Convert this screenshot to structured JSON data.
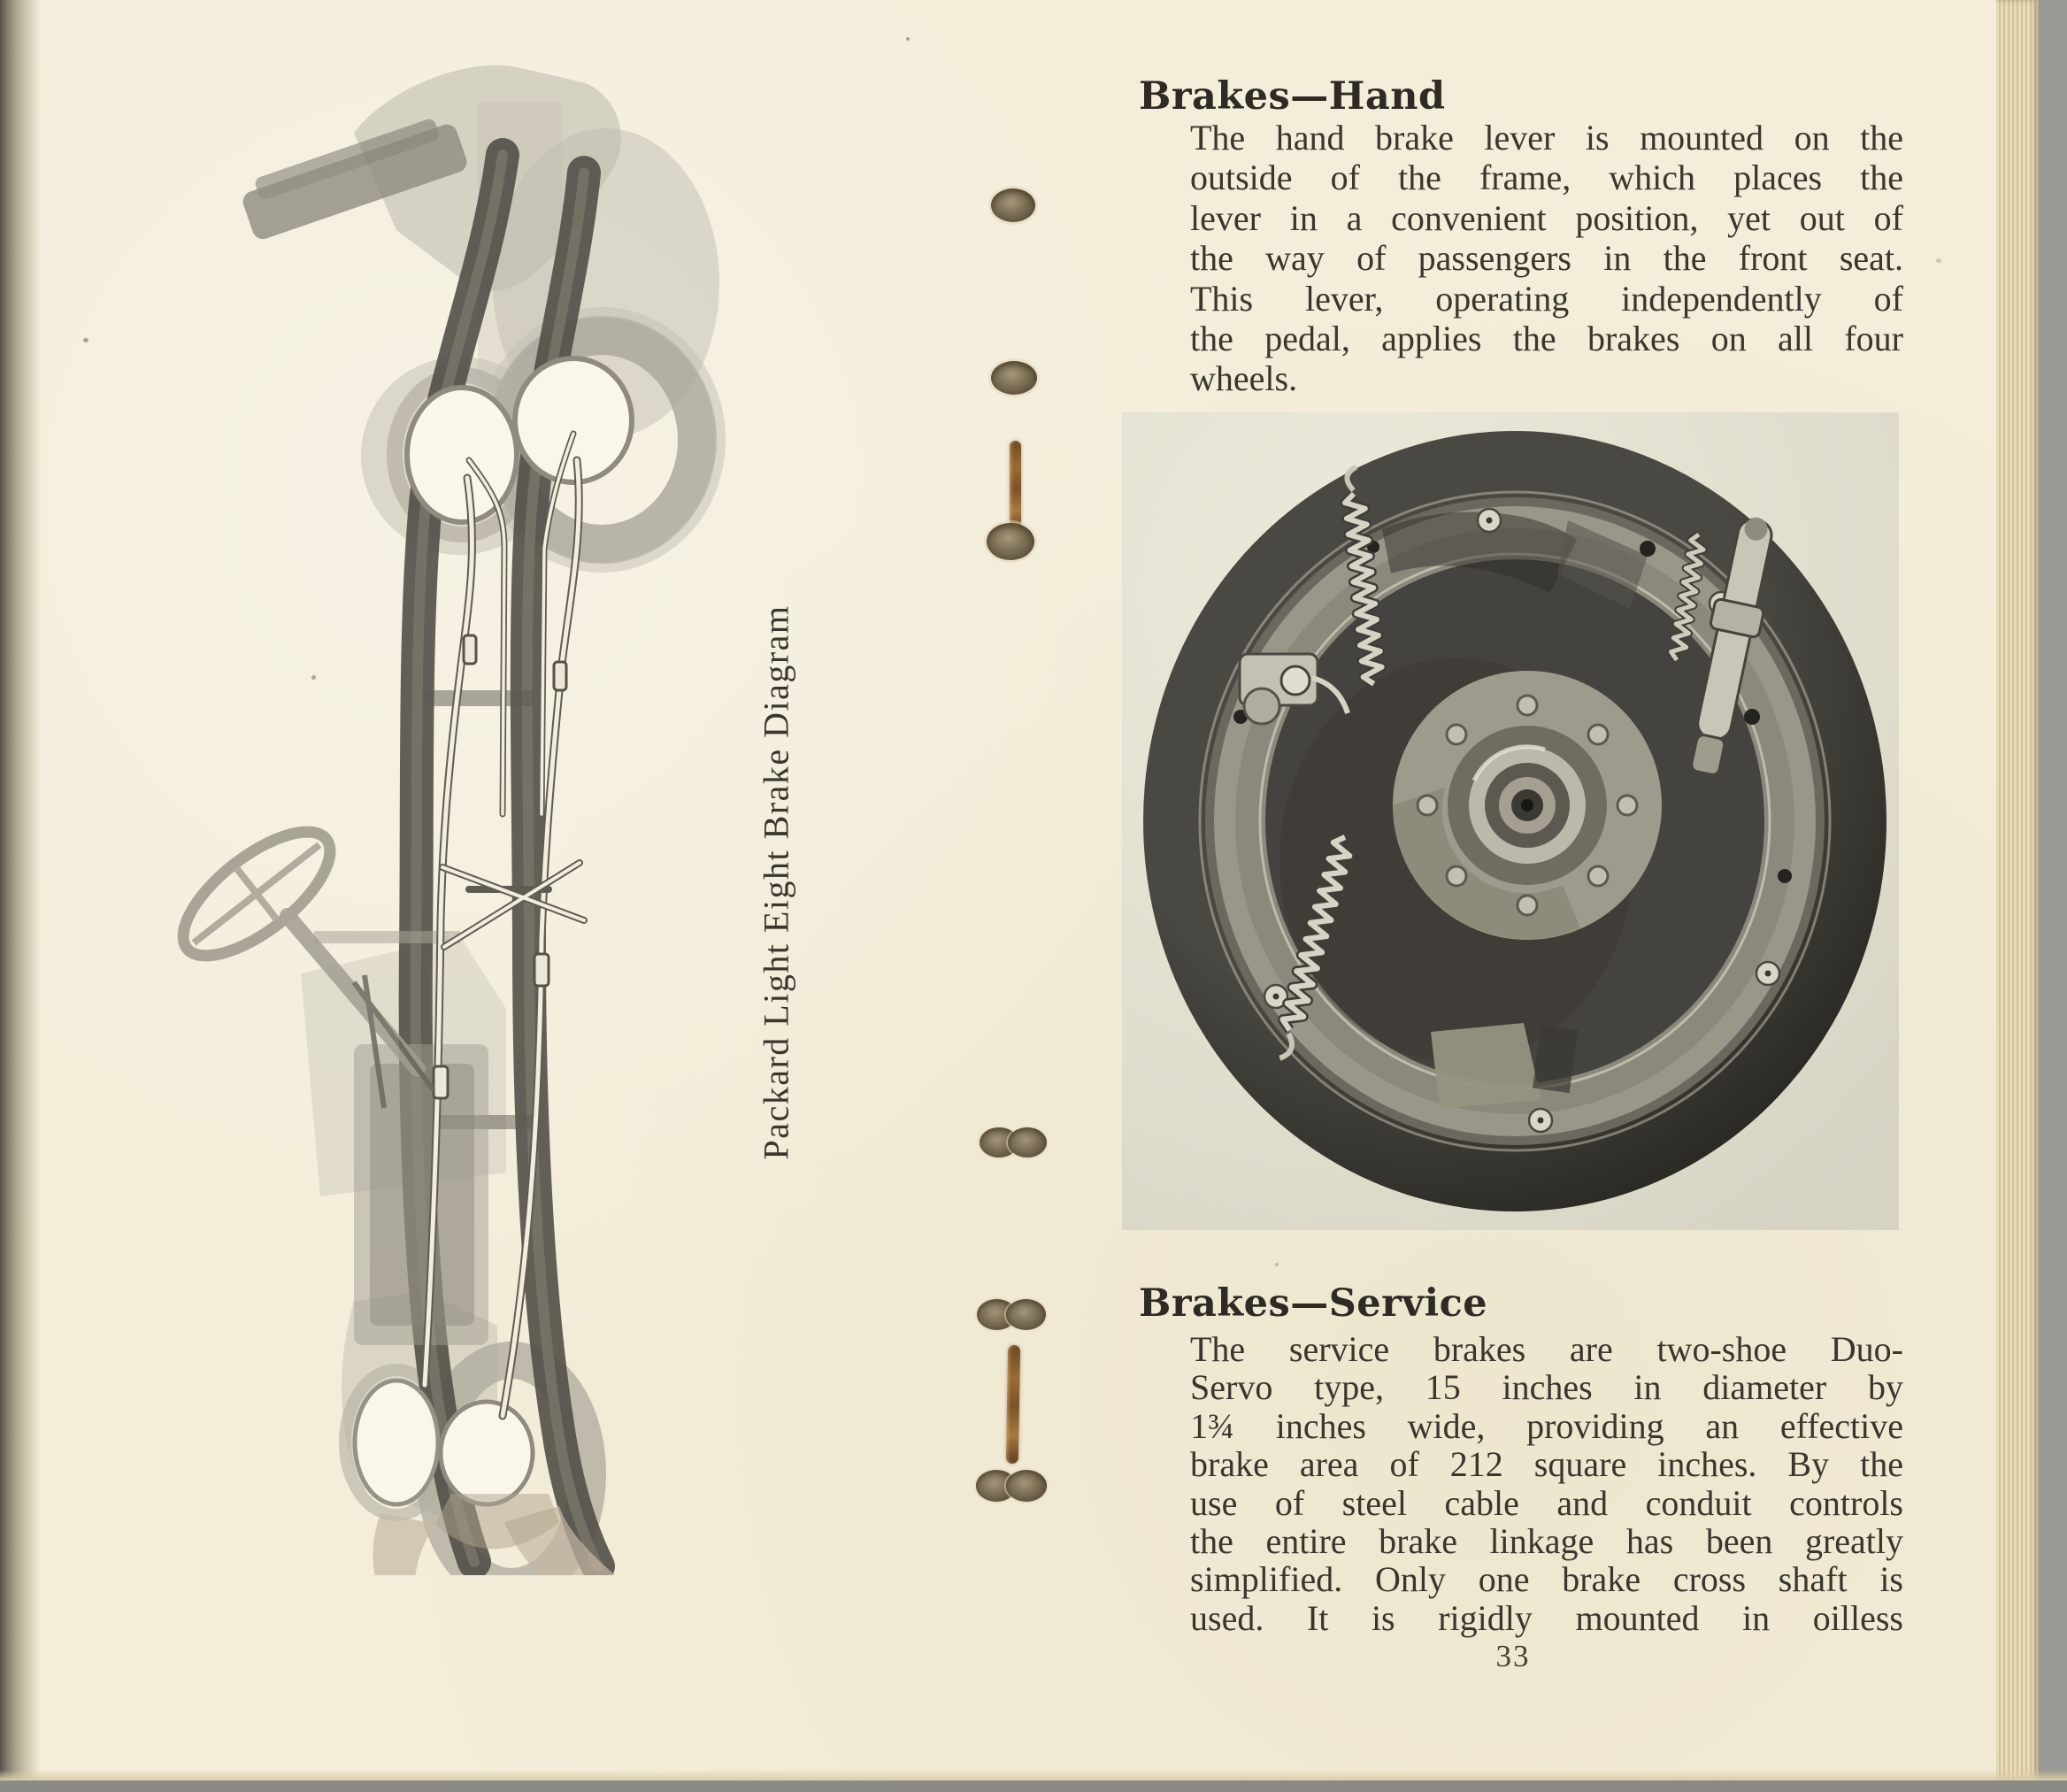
{
  "document": {
    "left_page": {
      "caption": "Packard Light Eight Brake Diagram"
    },
    "right_page": {
      "section_hand": {
        "heading": "Brakes—Hand",
        "lines": [
          "The hand brake lever is mounted on the",
          "outside of the frame, which places the",
          "lever in a convenient position, yet out of",
          "the way of passengers in the front seat.",
          "This lever, operating independently of",
          "the pedal, applies the brakes on all four",
          "wheels."
        ]
      },
      "section_service": {
        "heading": "Brakes—Service",
        "lines": [
          "The service brakes are two-shoe Duo-",
          "Servo type, 15 inches in diameter by",
          "1¾ inches wide, providing an effective",
          "brake area of 212 square inches.  By the",
          "use of steel cable and conduit controls",
          "the entire brake linkage has been greatly",
          "simplified.  Only one brake cross shaft is",
          "used.  It is rigidly mounted in oilless"
        ]
      },
      "page_number": "33"
    },
    "colors": {
      "paper": "#f3edd9",
      "ink": "#39362d",
      "photo_background": "#e4e1d1",
      "drum_dark": "#31302b",
      "spine_gray": "#55524a",
      "page_edge_tan": "#e9dcba",
      "margin_gray": "#9a9995",
      "hole_brown": "#7e7157",
      "rust": "#9a6a33"
    }
  }
}
